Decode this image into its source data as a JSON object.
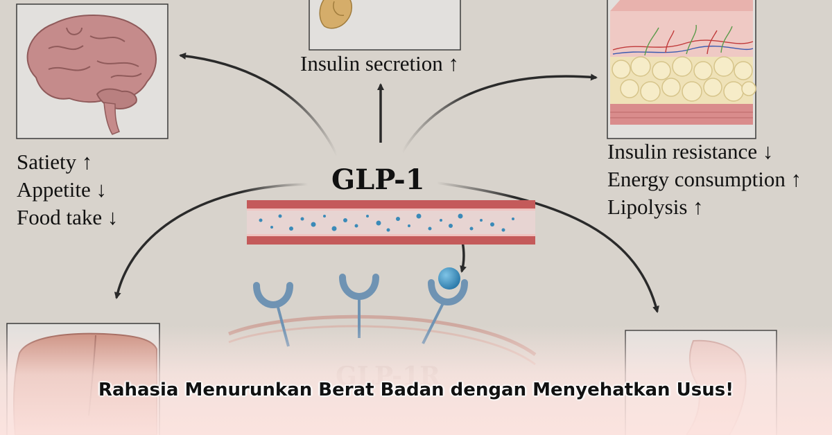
{
  "title": "GLP-1",
  "receptor_label": "GLP-1R",
  "effects": {
    "brain": [
      "Satiety ↑",
      "Appetite ↓",
      "Food take ↓"
    ],
    "pancreas": [
      "Insulin secretion ↑"
    ],
    "adipose": [
      "Insulin resistance ↓",
      "Energy consumption ↑",
      "Lipolysis ↑"
    ]
  },
  "caption": "Rahasia Menurunkan Berat Badan dengan Menyehatkan Usus!",
  "icons": [
    "brain-icon",
    "pancreas-icon",
    "adipose-tissue-icon",
    "liver-icon",
    "stomach-icon",
    "blood-vessel-icon",
    "receptor-icon"
  ],
  "colors": {
    "background": "#d8d3cc",
    "vessel_wall": "#c26060",
    "glp1_particle": "#3a8ab8",
    "receptor": "#6f93b3",
    "arrow": "#2a2a2a"
  }
}
